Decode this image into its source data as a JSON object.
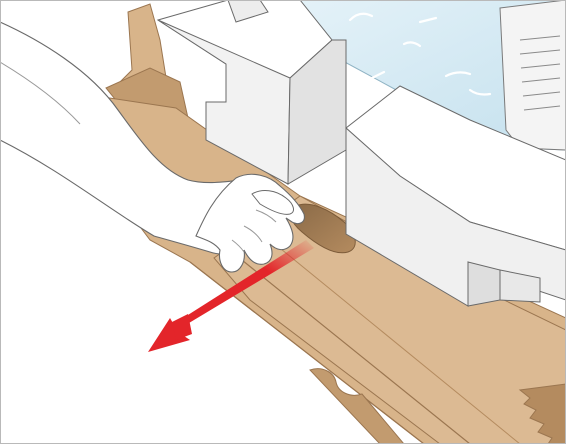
{
  "figure": {
    "kind": "instructional-illustration",
    "scene": "gloved-hand-pulling-cardboard-tab-out-of-packaging",
    "arrow_direction": "down-left",
    "colors": {
      "cardboard": "#d8b48a",
      "cardboard_shadow": "#c29b6f",
      "cardboard_edge": "#9b7650",
      "foam_block": "#ffffff",
      "foam_shadow": "#e2e2e2",
      "glove": "#ffffff",
      "outline": "#6a6a6a",
      "plastic_bag": "#d6ebf4",
      "arrow": "#e3252a",
      "frame": "#b9b9b9"
    }
  }
}
